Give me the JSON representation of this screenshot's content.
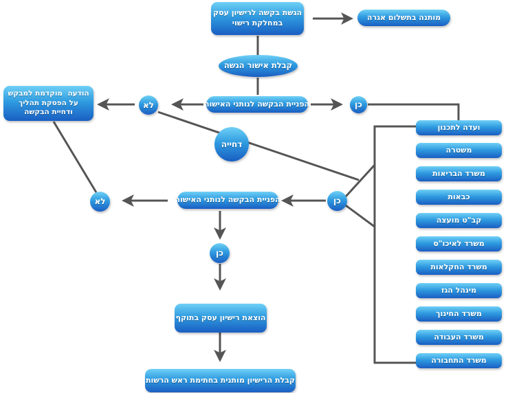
{
  "nodes": {
    "submit": "הגשת בקשה לרישיון עסק\nבמחלקת רישוי",
    "fee": "מותנה בתשלום אגרה",
    "receive": "קבלת אישור הגשה",
    "refer1": "הפניית הבקשה לנותני האישור",
    "yes1": "כן",
    "no1": "לא",
    "notice": "הודעה  מוקדמת למבקש\nעל הפסקת תהליך\nודחיית הבקשה",
    "reject": "דחייה",
    "refer2": "הפניית הבקשה לנותני האישור",
    "yes2": "כן",
    "no2": "לא",
    "yes3": "כן",
    "issue": "הוצאת רישיון עסק בתוקף",
    "final": "קבלת הרישיון מותנית בחתימת ראש הרשות"
  },
  "agencies": [
    "ועדה לתכנון",
    "משטרה",
    "משרד הבריאות",
    "כבאות",
    "קב\"ט מועצה",
    "משרד לאיכו\"ס",
    "משרד החקלאות",
    "מינהל הגז",
    "משרד החינוך",
    "משרד העבודה",
    "משרד התחבורה"
  ],
  "colors": {
    "box_top": "#6fd0f6",
    "box_bottom": "#1a5ec2",
    "arrow": "#555555",
    "text": "#ffffff"
  }
}
